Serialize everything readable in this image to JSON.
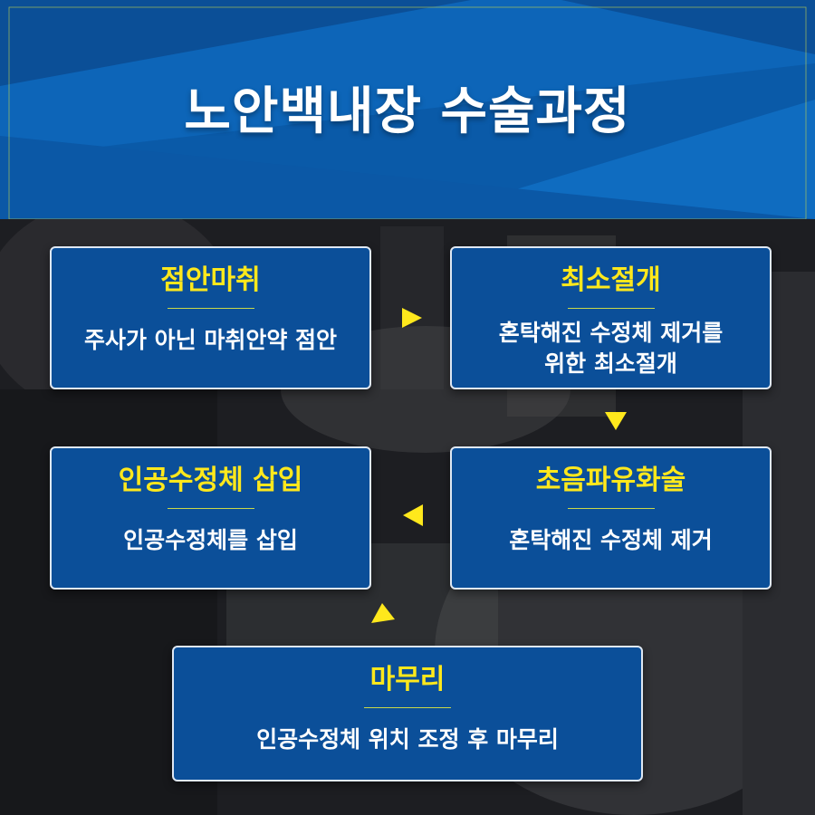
{
  "title": "노안백내장 수술과정",
  "colors": {
    "banner_blue": "#0a5aa8",
    "box_blue": "#0b4f99",
    "accent_yellow": "#ffe81c"
  },
  "steps": [
    {
      "title": "점안마취",
      "desc": "주사가 아닌 마취안약 점안"
    },
    {
      "title": "최소절개",
      "desc": "혼탁해진 수정체 제거를\n위한 최소절개"
    },
    {
      "title": "초음파유화술",
      "desc": "혼탁해진 수정체 제거"
    },
    {
      "title": "인공수정체 삽입",
      "desc": "인공수정체를 삽입"
    },
    {
      "title": "마무리",
      "desc": "인공수정체 위치 조정 후 마무리"
    }
  ]
}
